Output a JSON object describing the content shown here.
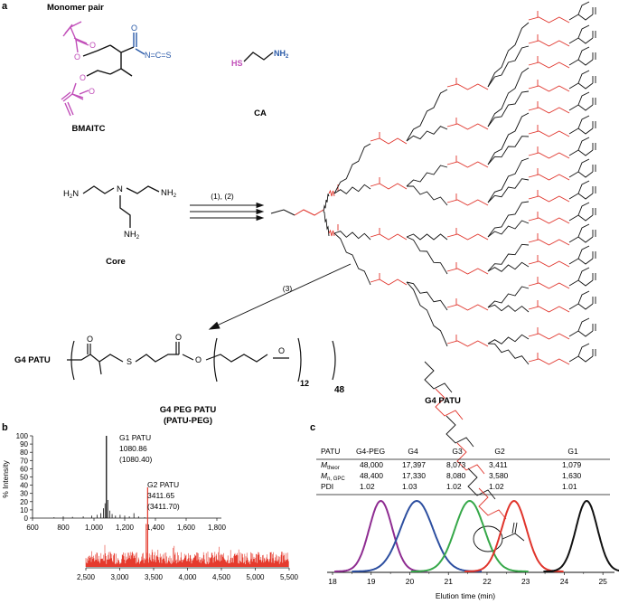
{
  "panel_a": {
    "letter": "a",
    "monomer_pair_label": "Monomer pair",
    "bmaitc_label": "BMAITC",
    "ca_label": "CA",
    "ca_hs": "HS",
    "ca_nh2": "NH",
    "ca_nh2_sub": "2",
    "isothiocyanate": "N=C=S",
    "core_label": "Core",
    "core_h2n_1": "H",
    "core_h2n_1_sub": "2",
    "core_h2n_1_n": "N",
    "core_n": "N",
    "core_nh2_right": "NH",
    "core_nh2_right_sub": "2",
    "core_nh2_bottom": "NH",
    "core_nh2_bottom_sub": "2",
    "step_12": "(1), (2)",
    "step_3": "(3)",
    "g4_patu_left": "G4 PATU",
    "g4_patu_right": "G4 PATU",
    "repeat_12": "12",
    "repeat_48": "48",
    "peg_name_1": "G4 PEG PATU",
    "peg_name_2": "(PATU-PEG)",
    "s_atom": "S",
    "o_atom": "O",
    "n_atom": "N",
    "h_atom": "H"
  },
  "panel_b": {
    "letter": "b",
    "ylabel": "% Intensity",
    "annotation_g1": [
      "G1 PATU",
      "1080.86",
      "(1080.40)"
    ],
    "annotation_g2": [
      "G2 PATU",
      "3411.65",
      "(3411.70)"
    ],
    "colors": {
      "g1": "#111111",
      "g2": "#e53a2d"
    }
  },
  "panel_c": {
    "letter": "c",
    "xlabel": "Elution time (min)",
    "table": {
      "header": [
        "PATU",
        "G4-PEG",
        "G4",
        "G3",
        "G2",
        "G1"
      ],
      "rows": [
        {
          "label": "M",
          "sub": "theor",
          "values": [
            "48,000",
            "17,397",
            "8,073",
            "3,411",
            "1,079"
          ]
        },
        {
          "label": "M",
          "sub": "n, GPC",
          "values": [
            "48,400",
            "17,330",
            "8,080",
            "3,580",
            "1,630"
          ]
        },
        {
          "label": "PDI",
          "sub": "",
          "values": [
            "1.02",
            "1.03",
            "1.02",
            "1.02",
            "1.01"
          ]
        }
      ]
    }
  },
  "chart_data": [
    {
      "type": "line",
      "title": "",
      "ylabel": "% Intensity",
      "xlabel": "",
      "x_axis_top": {
        "ticks": [
          600,
          800,
          1000,
          1200,
          1400,
          1600,
          1800
        ],
        "labels": [
          "600",
          "800",
          "1,000",
          "1,200",
          "1,400",
          "1,600",
          "1,800"
        ],
        "xlim": [
          600,
          1800
        ]
      },
      "ylim": [
        0,
        100
      ],
      "yticks": [
        0,
        10,
        20,
        30,
        40,
        50,
        60,
        70,
        80,
        90,
        100
      ],
      "series": [
        {
          "name": "",
          "color": "#111111",
          "peaks": [
            {
              "x": 740,
              "y": 1
            },
            {
              "x": 800,
              "y": 2
            },
            {
              "x": 860,
              "y": 1.5
            },
            {
              "x": 930,
              "y": 2
            },
            {
              "x": 985,
              "y": 3
            },
            {
              "x": 1020,
              "y": 4
            },
            {
              "x": 1045,
              "y": 6
            },
            {
              "x": 1062,
              "y": 12
            },
            {
              "x": 1072,
              "y": 18
            },
            {
              "x": 1080.86,
              "y": 100
            },
            {
              "x": 1090,
              "y": 22
            },
            {
              "x": 1103,
              "y": 9
            },
            {
              "x": 1118,
              "y": 5
            },
            {
              "x": 1140,
              "y": 3
            },
            {
              "x": 1170,
              "y": 4
            },
            {
              "x": 1200,
              "y": 3
            },
            {
              "x": 1230,
              "y": 2
            },
            {
              "x": 1260,
              "y": 6
            },
            {
              "x": 1290,
              "y": 2
            },
            {
              "x": 1330,
              "y": 1
            }
          ]
        }
      ]
    },
    {
      "type": "line",
      "title": "",
      "xlabel": "",
      "x_axis_bottom": {
        "ticks": [
          2500,
          3000,
          3500,
          4000,
          4500,
          5000,
          5500
        ],
        "labels": [
          "2,500",
          "3,000",
          "3,500",
          "4,000",
          "4,500",
          "5,000",
          "5,500"
        ],
        "xlim": [
          2500,
          5500
        ]
      },
      "series": [
        {
          "name": "",
          "color": "#e53a2d",
          "noise_level": 5,
          "peak": {
            "x": 3411.65,
            "y": 45
          },
          "secondary_peak": {
            "x": 3390,
            "y": 22
          }
        }
      ]
    },
    {
      "type": "line",
      "title": "",
      "xlabel": "Elution time (min)",
      "xlim": [
        18,
        25.3
      ],
      "xticks": [
        18,
        19,
        20,
        21,
        22,
        23,
        24,
        25
      ],
      "series": [
        {
          "name": "G4-PEG",
          "color": "#8e2c91",
          "center": 19.25,
          "sigma": 0.3,
          "height": 1.0
        },
        {
          "name": "G4",
          "color": "#2d4fa0",
          "center": 20.18,
          "sigma": 0.42,
          "height": 1.0
        },
        {
          "name": "G3",
          "color": "#36a849",
          "center": 21.55,
          "sigma": 0.38,
          "height": 1.0
        },
        {
          "name": "G2",
          "color": "#e0342b",
          "center": 22.7,
          "sigma": 0.32,
          "height": 1.0
        },
        {
          "name": "G1",
          "color": "#111111",
          "center": 24.58,
          "sigma": 0.28,
          "height": 1.0
        }
      ]
    }
  ]
}
